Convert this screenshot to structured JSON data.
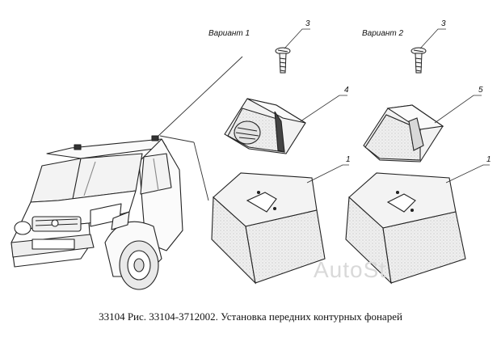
{
  "labels": {
    "variant1": "Вариант 1",
    "variant2": "Вариант 2",
    "callout_3a": "3",
    "callout_3b": "3",
    "callout_4": "4",
    "callout_5": "5",
    "callout_1a": "1",
    "callout_1b": "1"
  },
  "caption": "33104 Рис. 33104-3712002. Установка передних контурных фонарей",
  "watermark": "AutoSt"
}
